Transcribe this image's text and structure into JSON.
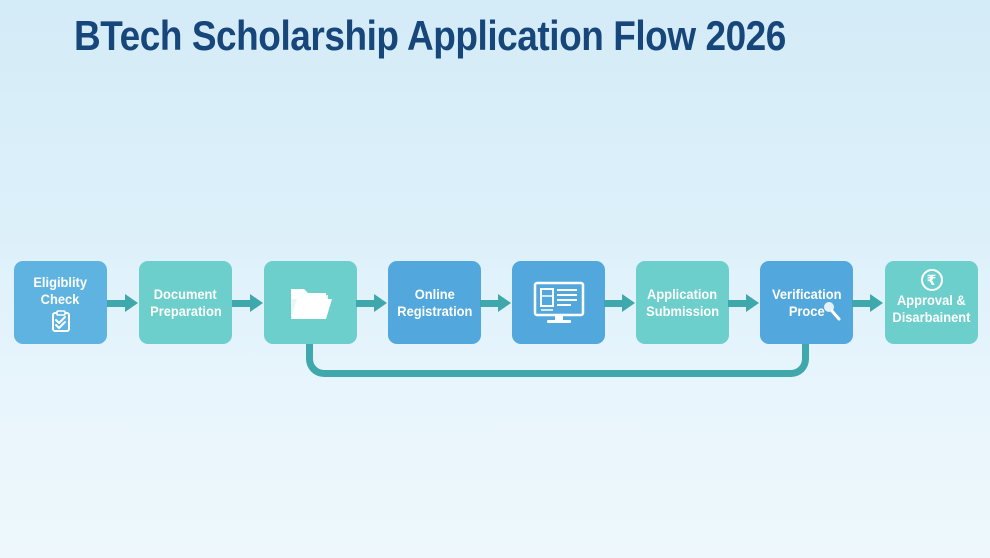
{
  "title": "BTech Scholarship Application Flow 2026",
  "colors": {
    "title": "#16467a",
    "step_blue": "#5fb3e0",
    "step_teal": "#6ccfcb",
    "arrow": "#3fa8ac",
    "background_top": "#d4ecf8",
    "background_bottom": "#eef8fc"
  },
  "steps": [
    {
      "id": 1,
      "line1": "Eligiblity",
      "line2": "Check",
      "icon": "clipboard-check-icon",
      "color": "blue"
    },
    {
      "id": 2,
      "line1": "Document",
      "line2": "Preparation",
      "icon": null,
      "color": "teal"
    },
    {
      "id": 3,
      "line1": "",
      "line2": "",
      "icon": "folder-icon",
      "color": "teal"
    },
    {
      "id": 4,
      "line1": "Online",
      "line2": "Registration",
      "icon": null,
      "color": "blue"
    },
    {
      "id": 5,
      "line1": "",
      "line2": "",
      "icon": "monitor-form-icon",
      "color": "blue"
    },
    {
      "id": 6,
      "line1": "Application",
      "line2": "Submission",
      "icon": null,
      "color": "teal"
    },
    {
      "id": 7,
      "line1": "Verification",
      "line2": "Proce",
      "icon": "magnifier-icon",
      "color": "blue"
    },
    {
      "id": 8,
      "line1": "Approval &",
      "line2": "Disarbainent",
      "icon": "rupee-icon",
      "color": "teal"
    }
  ],
  "connector": {
    "from_step": 3,
    "to_step": 7,
    "description": "loop-back line beneath steps"
  },
  "icons": {
    "rupee_glyph": "₹"
  }
}
